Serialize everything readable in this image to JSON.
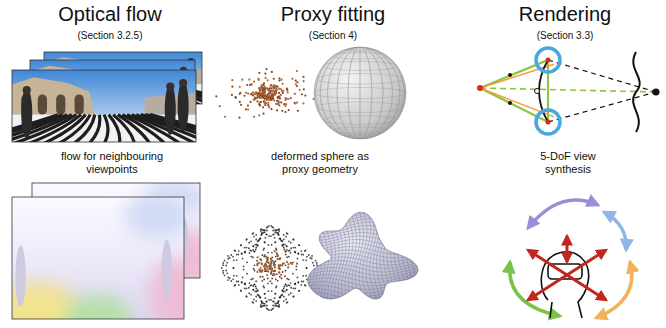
{
  "diagram": {
    "labels": [
      "Optical flow",
      "(Section 3.2.5)",
      "Proxy fitting",
      "(Section 4)",
      "Rendering",
      "(Section 3.3)",
      "flow for neighbouring viewpoints",
      "deformed sphere as proxy geometry",
      "5-DoF view synthesis"
    ]
  }
}
